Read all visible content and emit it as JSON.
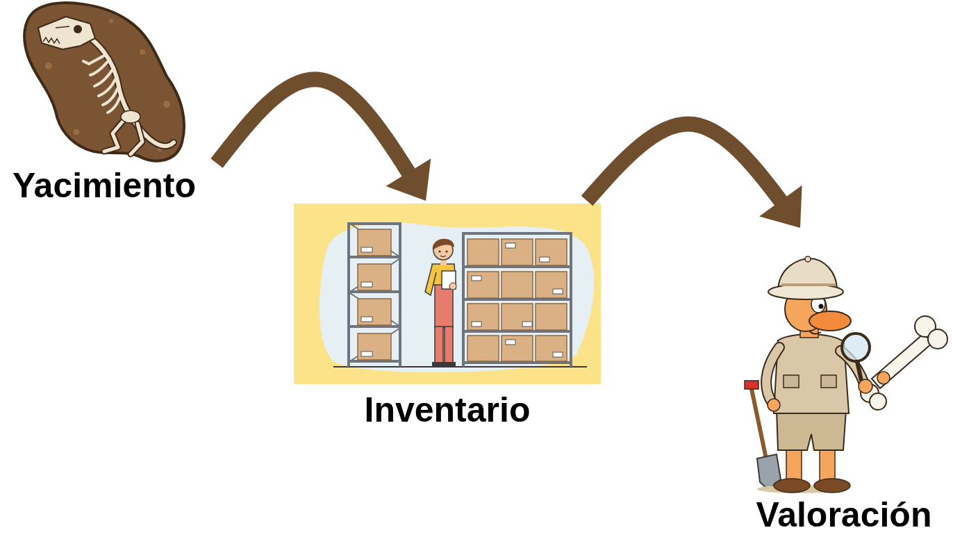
{
  "diagram": {
    "nodes": [
      {
        "text": [
          "Yacimiento"
        ]
      },
      {
        "text": [
          "Inventario"
        ]
      },
      {
        "text": [
          "Valoración"
        ]
      }
    ],
    "edges": [
      {
        "from": 0,
        "to": 1,
        "arrow": "to"
      },
      {
        "from": 1,
        "to": 2,
        "arrow": "to"
      }
    ]
  }
}
